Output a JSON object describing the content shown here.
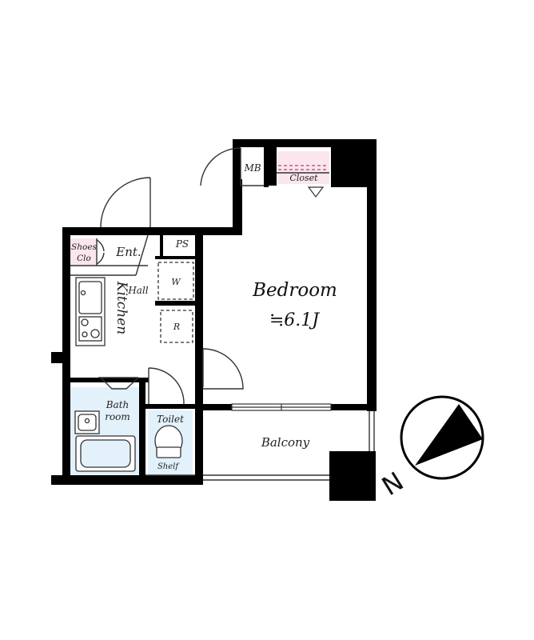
{
  "plan": {
    "rooms": {
      "bedroom": {
        "name": "Bedroom",
        "size": "≒6.1J"
      },
      "kitchen": "Kitchen",
      "hall": "Hall",
      "entrance": "Ent.",
      "shoes_line1": "Shoes",
      "shoes_line2": "Clo",
      "bath_line1": "Bath",
      "bath_line2": "room",
      "toilet": "Toilet",
      "shelf": "Shelf",
      "balcony": "Balcony",
      "closet": "Closet",
      "mb": "MB",
      "ps": "PS",
      "washer": "W",
      "fridge": "R"
    },
    "compass": {
      "label": "N"
    },
    "colors": {
      "wall": "#000000",
      "wet_area": "#e3f1fb",
      "storage": "#fbe6ee",
      "fixture": "#ffffff",
      "line": "#333333"
    }
  }
}
